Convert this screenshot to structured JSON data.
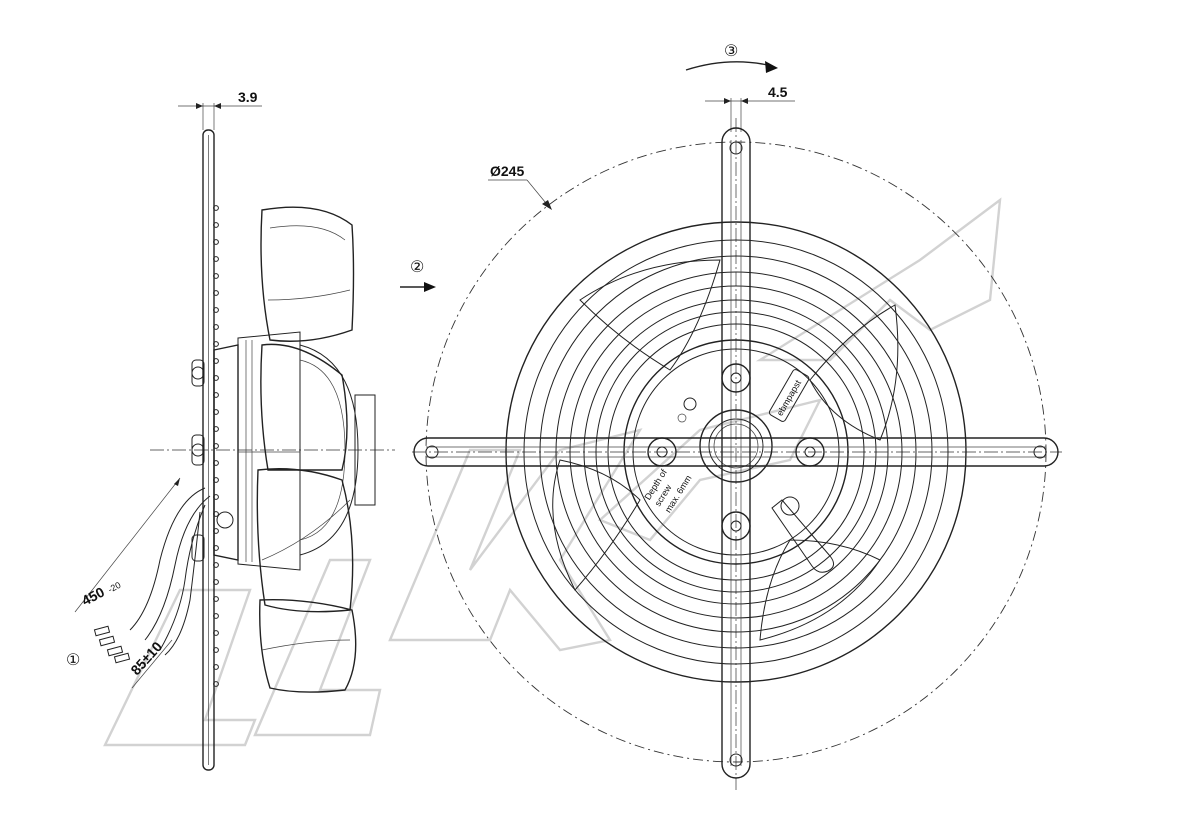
{
  "callouts": {
    "c1": "①",
    "c2": "②",
    "c3": "③"
  },
  "dimensions": {
    "grill_thickness": "3.9",
    "guard_wire_offset": "4.5",
    "diameter": "Ø245",
    "cable_length": "450",
    "cable_length_tolerance": "-20",
    "strip_length": "85±10"
  },
  "labels": {
    "depth_note": [
      "Depth of",
      "screw",
      "max. 6mm"
    ],
    "brand_plate": "ebmpapst"
  },
  "colors": {
    "line": "#222222",
    "watermark": "#d2d2d2",
    "background": "#ffffff"
  }
}
